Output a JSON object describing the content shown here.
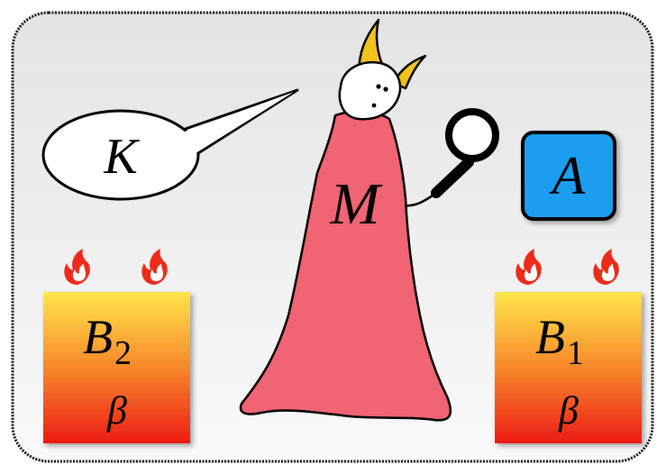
{
  "diagram": {
    "speech_bubble": {
      "label": "K"
    },
    "demon": {
      "label": "M"
    },
    "box_a": {
      "label": "A",
      "color": "#1a9ef0"
    },
    "reservoir_left": {
      "name": "B",
      "subscript": "2",
      "param": "β"
    },
    "reservoir_right": {
      "name": "B",
      "subscript": "1",
      "param": "β"
    },
    "colors": {
      "background_top": "#e6e6e6",
      "background_bottom": "#f8f8f8",
      "cloak": "#f06474",
      "horn": "#f2c31c",
      "flame": "#ee2b1a",
      "reservoir_top": "#ffe54a",
      "reservoir_bottom": "#ee1c16"
    }
  }
}
